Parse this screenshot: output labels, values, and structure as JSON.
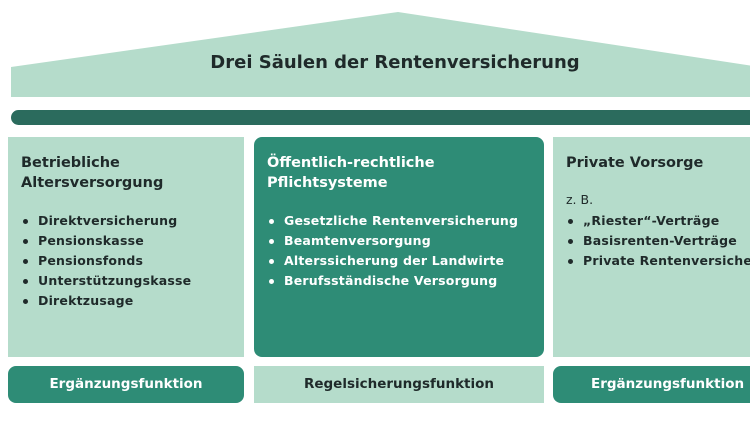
{
  "roof": {
    "title": "Drei Säulen der Rentenversicherung"
  },
  "pillars": {
    "left": {
      "title": "Betriebliche\nAltersversorgung",
      "items": [
        "Direktversicherung",
        "Pensionskasse",
        "Pensionsfonds",
        "Unterstützungskasse",
        "Direktzusage"
      ]
    },
    "center": {
      "title": "Öffentlich-rechtliche\nPflichtsysteme",
      "items": [
        "Gesetzliche Rentenversicherung",
        "Beamtenversorgung",
        "Alterssicherung der Landwirte",
        "Berufsständische Versorgung"
      ]
    },
    "right": {
      "title": "Private Vorsorge",
      "prefix": "z. B.",
      "items": [
        "„Riester“-Verträge",
        "Basisrenten-Verträge",
        "Private Rentenversicherung"
      ]
    }
  },
  "bases": {
    "left": "Ergänzungsfunktion",
    "center": "Regelsicherungsfunktion",
    "right": "Ergänzungsfunktion"
  },
  "colors": {
    "light_green": "#b5dccb",
    "dark_green": "#2e8c76",
    "beam": "#2b6b5d",
    "text_dark": "#1f2a2a"
  }
}
